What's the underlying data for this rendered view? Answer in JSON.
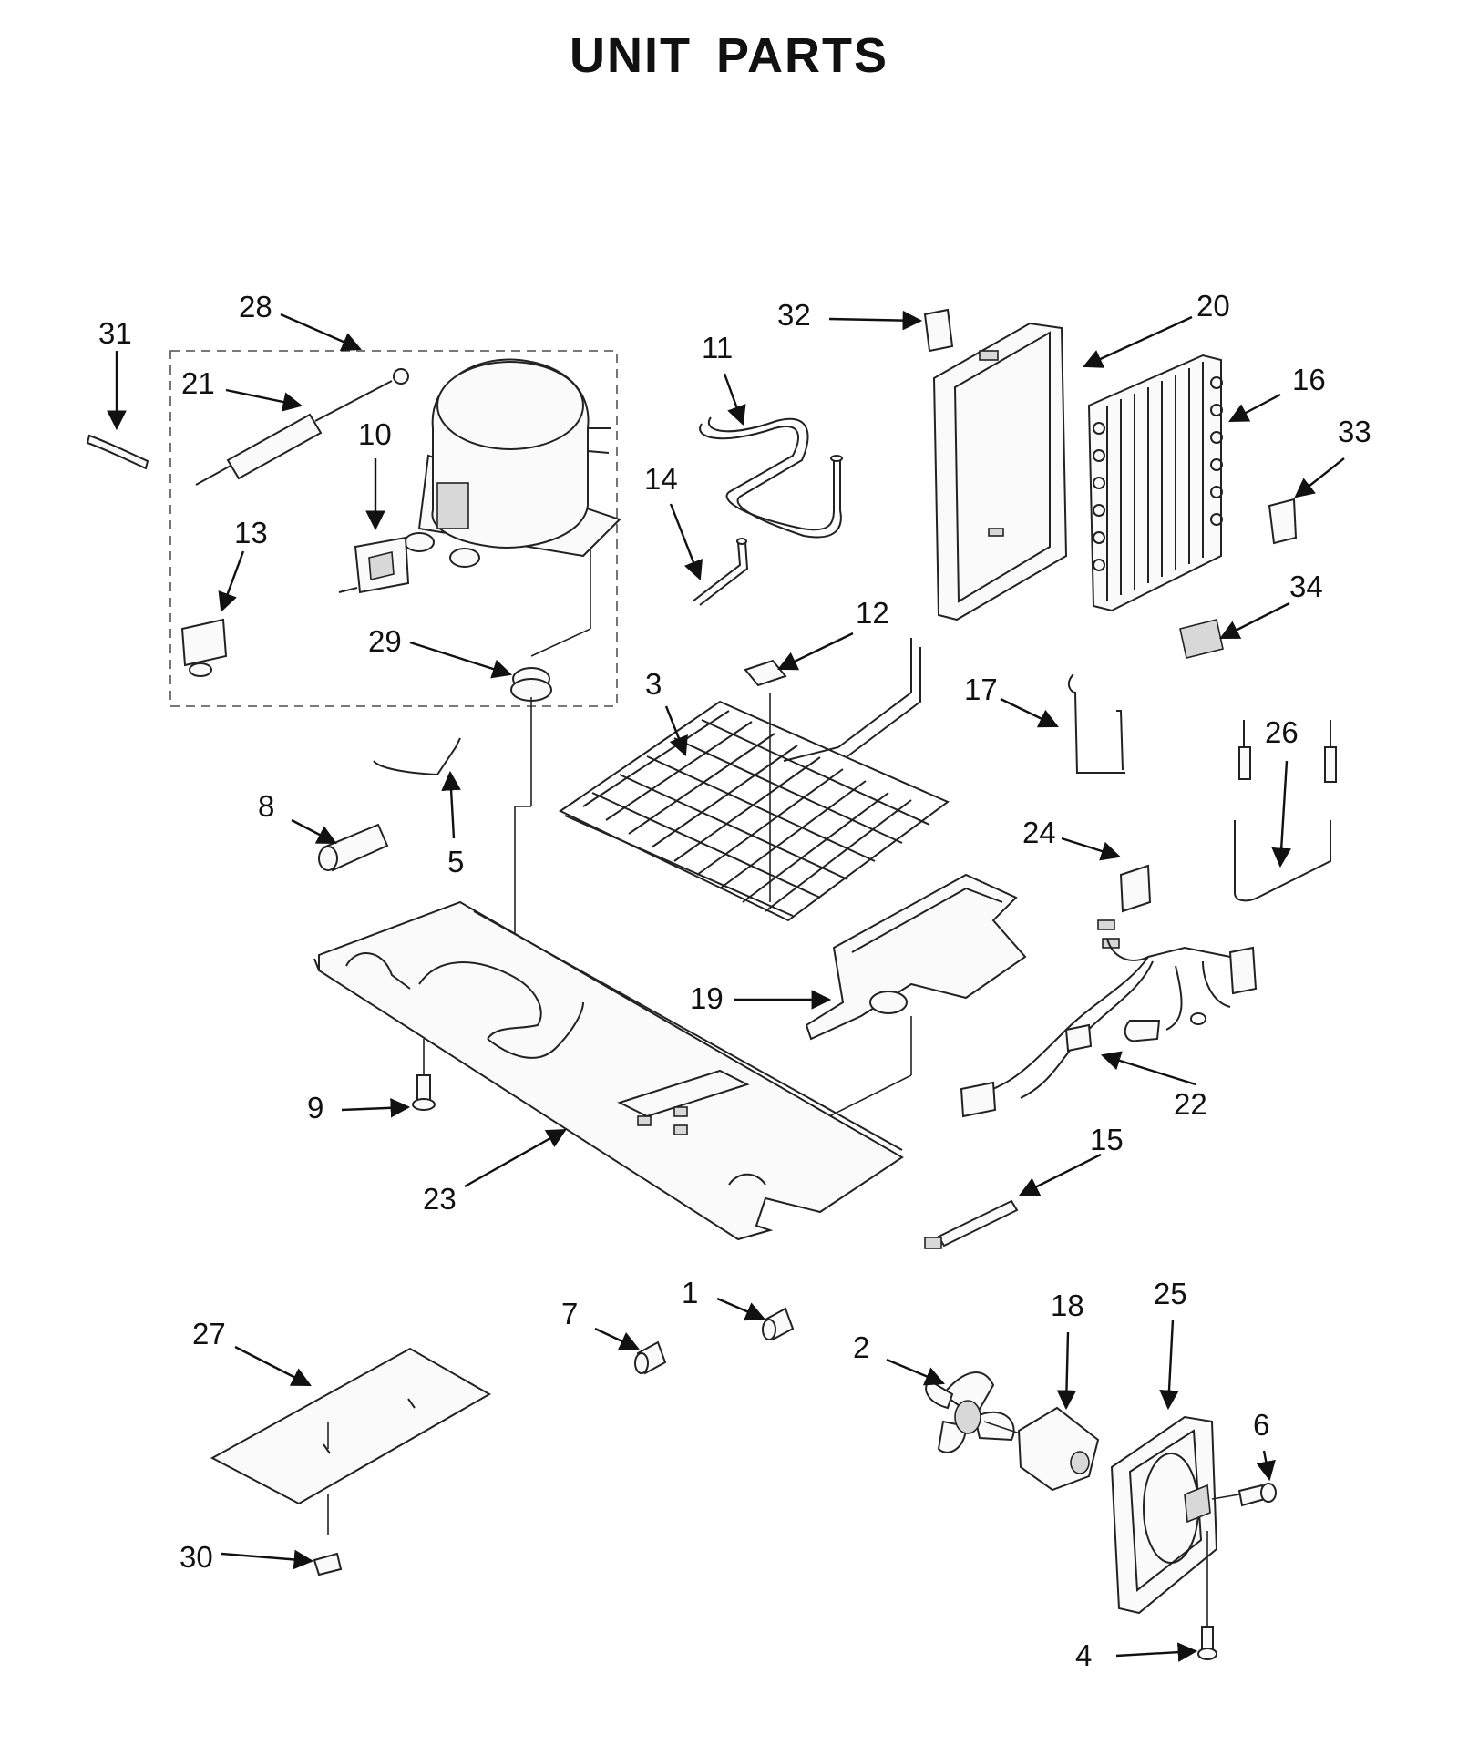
{
  "title": "UNIT  PARTS",
  "callouts": [
    "1",
    "2",
    "3",
    "4",
    "5",
    "6",
    "7",
    "8",
    "9",
    "10",
    "11",
    "12",
    "13",
    "14",
    "15",
    "16",
    "17",
    "18",
    "19",
    "20",
    "21",
    "22",
    "23",
    "24",
    "25",
    "26",
    "27",
    "28",
    "29",
    "30",
    "31",
    "32",
    "33",
    "34"
  ]
}
